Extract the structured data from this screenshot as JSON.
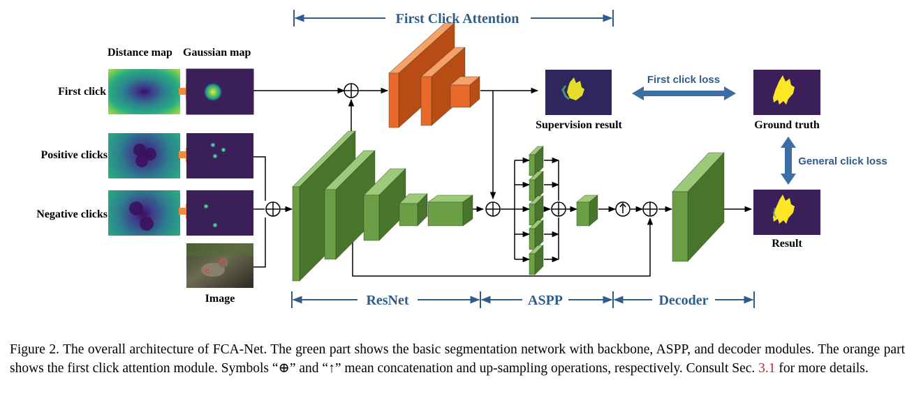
{
  "labels": {
    "distance_map": "Distance map",
    "gaussian_map": "Gaussian map",
    "first_click": "First click",
    "positive_clicks": "Positive clicks",
    "negative_clicks": "Negative clicks",
    "image": "Image",
    "supervision_result": "Supervision result",
    "ground_truth": "Ground truth",
    "result": "Result",
    "first_click_loss": "First click loss",
    "general_click_loss": "General click loss"
  },
  "sections": {
    "first_click_attention": "First Click Attention",
    "resnet": "ResNet",
    "aspp": "ASPP",
    "decoder": "Decoder"
  },
  "colors": {
    "green_front": "#6a9f45",
    "green_top": "#9cc97a",
    "green_side": "#48752b",
    "orange_front": "#e8692a",
    "orange_top": "#f5a26a",
    "orange_side": "#b84c14",
    "section_blue": "#2f5c88",
    "loss_arrow": "#3a6ea5",
    "caption_ref": "#d21f2a"
  },
  "caption": {
    "line1": "Figure 2.  The overall architecture of FCA-Net. The green part shows the basic segmentation network with backbone, ASPP, and decoder modules. The orange part shows the first click attention module. Symbols “⊕” and “↑” mean concatenation and up-sampling operations, respectively. Consult Sec. ",
    "ref": "3.1",
    "line2": " for more details."
  }
}
